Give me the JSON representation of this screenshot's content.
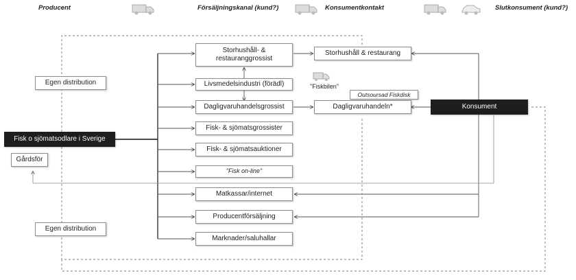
{
  "headers": {
    "producent": "Producent",
    "forsaljningskanal": "Försäljningskanal (kund?)",
    "konsumentkontakt": "Konsumentkontakt",
    "slutkonsument": "Slutkonsument (kund?)"
  },
  "left_boxes": {
    "egen_distribution_top": "Egen distribution",
    "fisk_odlare": "Fisk o sjömatsodlare i Sverige",
    "gardsfor": "Gårdsför",
    "egen_distribution_bottom": "Egen distribution"
  },
  "channels": {
    "storhushall_grossist": "Storhushåll- & restauranggrossist",
    "livsmedelsindustri": "Livsmedelsindustri (förädl)",
    "dagligvaruhandelsgrossist": "Dagligvaruhandelsgrossist",
    "fisk_grossister": "Fisk- & sjömatsgrossister",
    "fisk_auktioner": "Fisk- & sjömatsauktioner",
    "fisk_online": "\"Fisk on-line\"",
    "matkassar": "Matkassar/internet",
    "producentforsaljning": "Producentförsäljning",
    "marknader": "Marknader/saluhallar"
  },
  "contact": {
    "storhushall_restaurang": "Storhushåll & restaurang",
    "dagligvaruhandeln": "Dagligvaruhandeln*",
    "fiskbilen": "\"Fiskbilen\"",
    "outsourced_fiskdisk": "Outsoursad Fiskdisk"
  },
  "konsument": "Konsument",
  "colors": {
    "dark_box": "#1e1e1e",
    "line": "#555555",
    "dashed": "#777777"
  },
  "icons": [
    "truck-icon",
    "truck-icon",
    "truck-icon",
    "car-icon",
    "truck-icon"
  ]
}
